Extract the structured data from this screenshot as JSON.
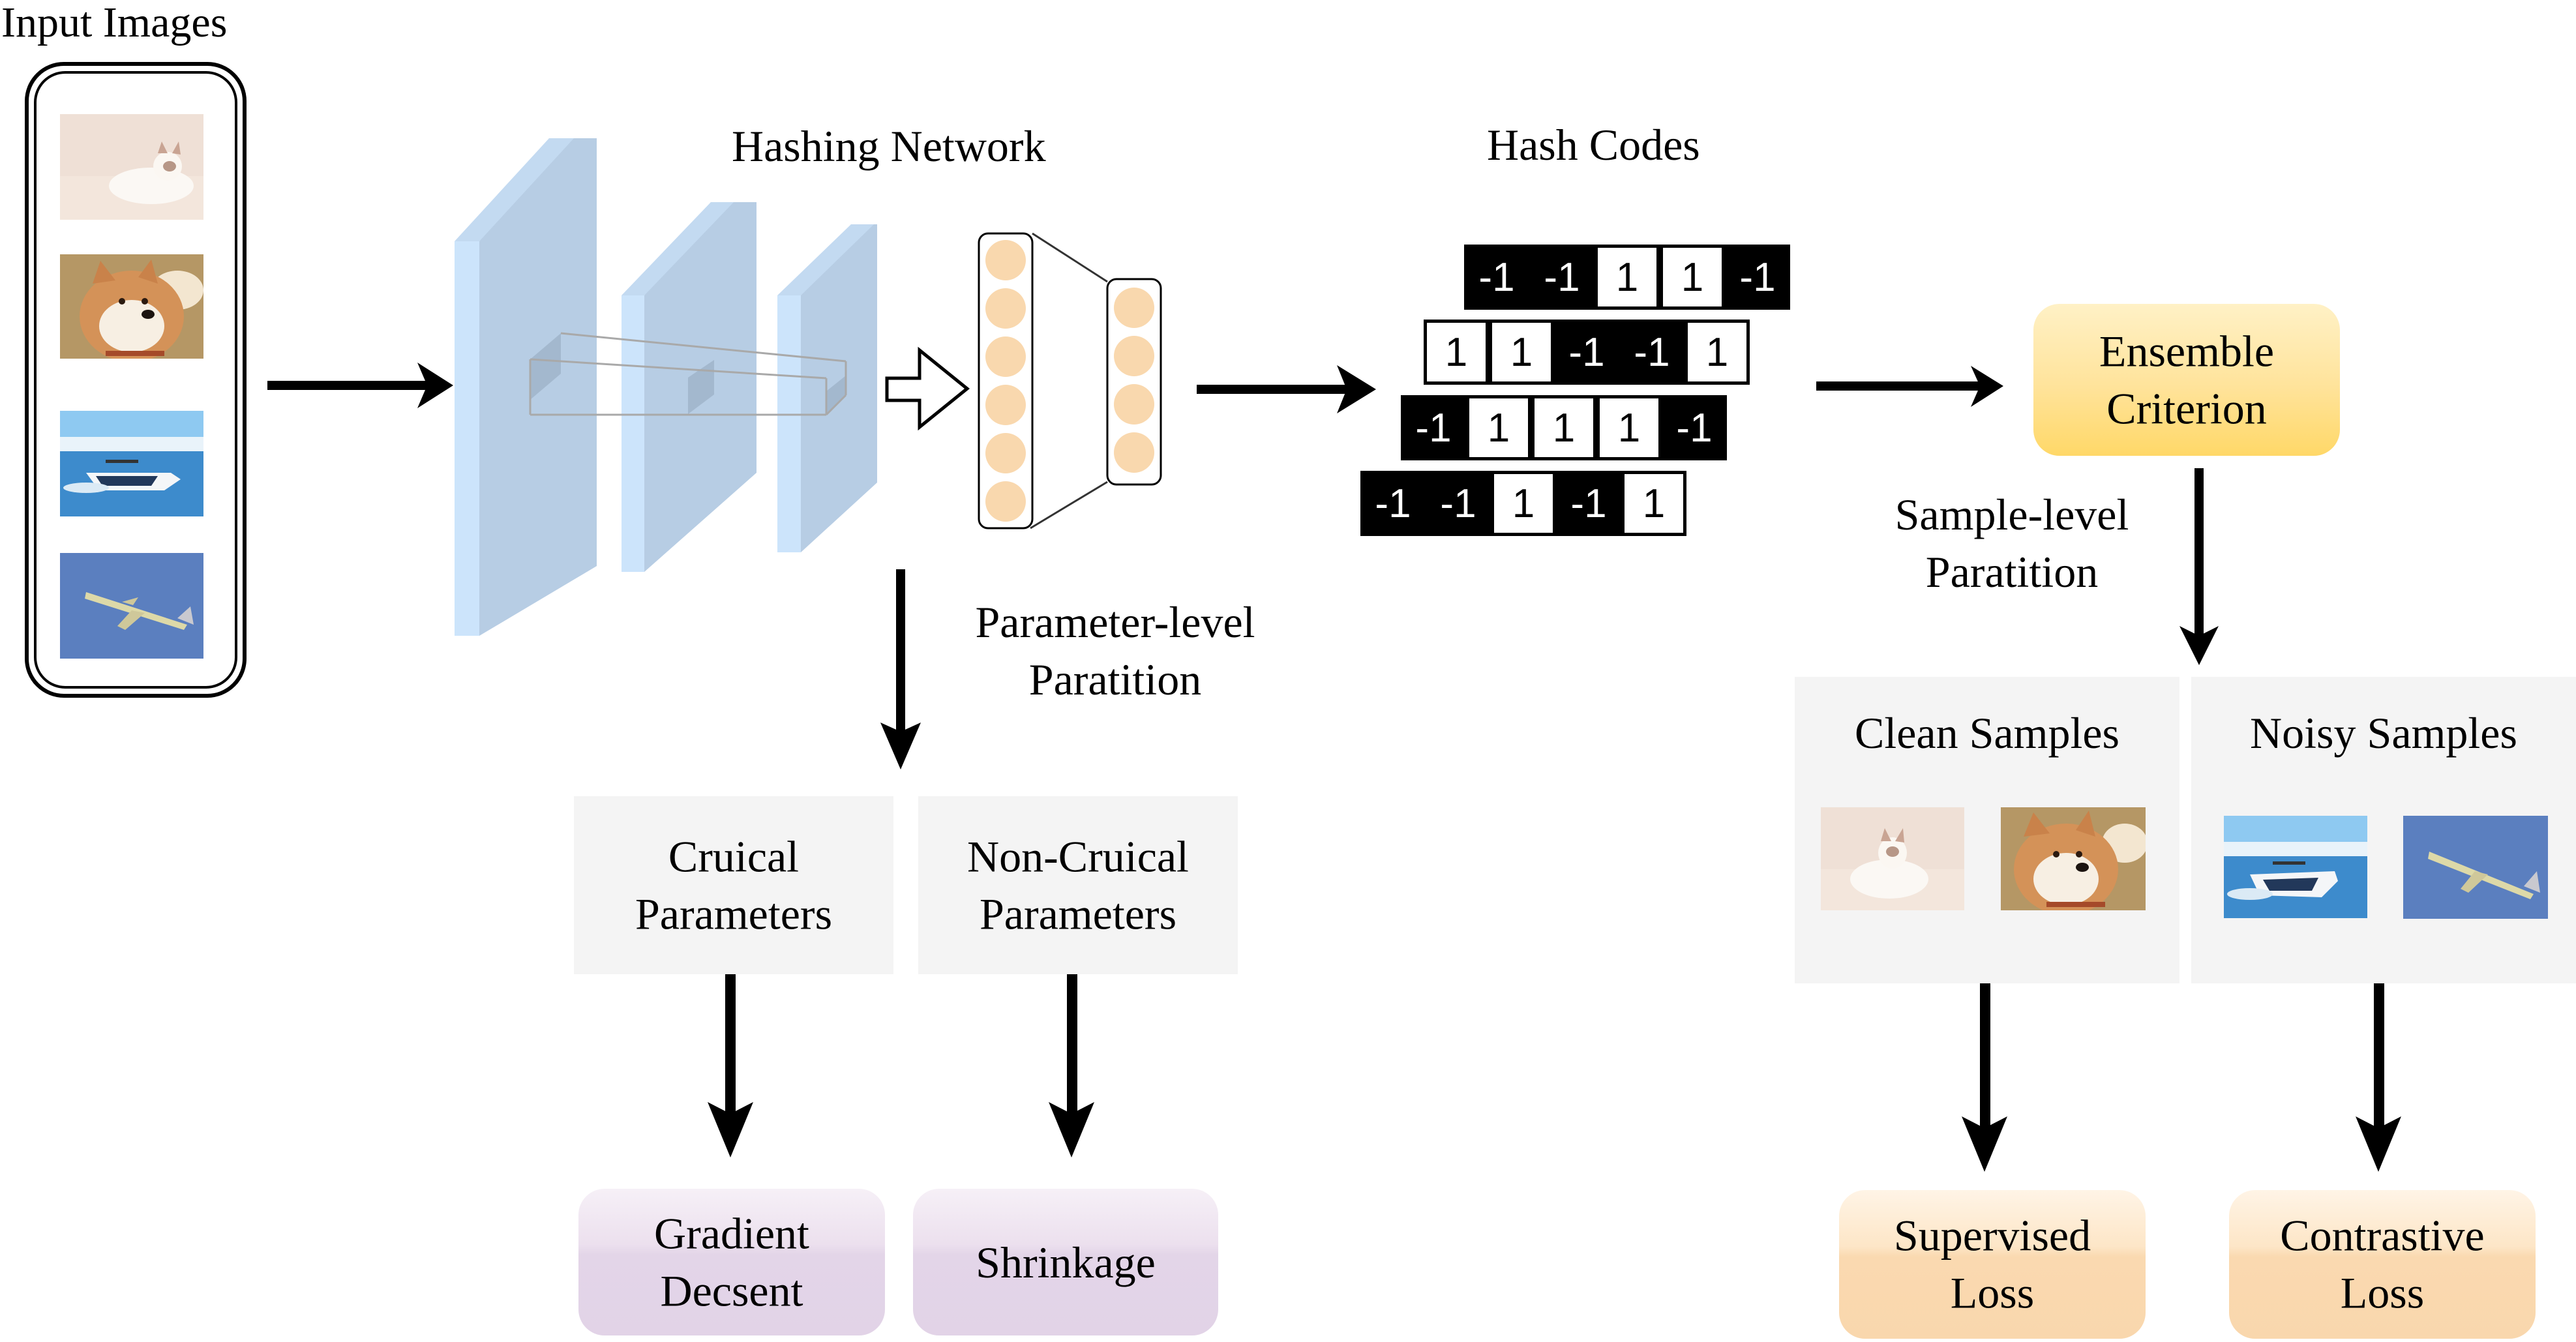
{
  "figure": {
    "input_images": {
      "title": "Input Images",
      "items": [
        {
          "subject": "cat",
          "icon": "cat-photo"
        },
        {
          "subject": "dog",
          "icon": "dog-photo"
        },
        {
          "subject": "boat",
          "icon": "boat-photo"
        },
        {
          "subject": "airplane",
          "icon": "airplane-photo"
        }
      ]
    },
    "hashing_network": {
      "title": "Hashing Network",
      "conv_layers": 3,
      "fc_layer_nodes": [
        6,
        4
      ]
    },
    "hash_codes": {
      "title": "Hash Codes",
      "rows": [
        [
          "-1",
          "-1",
          "1",
          "1",
          "-1"
        ],
        [
          "1",
          "1",
          "-1",
          "-1",
          "1"
        ],
        [
          "-1",
          "1",
          "1",
          "1",
          "-1"
        ],
        [
          "-1",
          "-1",
          "1",
          "-1",
          "1"
        ]
      ]
    },
    "ensemble": {
      "line1": "Ensemble",
      "line2": "Criterion"
    },
    "parameter_partition": {
      "label_line1": "Parameter-level",
      "label_line2": "Paratition",
      "crucial": {
        "line1": "Cruical",
        "line2": "Parameters"
      },
      "non_crucial": {
        "line1": "Non-Cruical",
        "line2": "Parameters"
      },
      "gradient": {
        "line1": "Gradient",
        "line2": "Decsent"
      },
      "shrinkage": {
        "line1": "Shrinkage"
      }
    },
    "sample_partition": {
      "label_line1": "Sample-level",
      "label_line2": "Paratition",
      "clean": {
        "title": "Clean Samples",
        "items": [
          "cat",
          "dog"
        ]
      },
      "noisy": {
        "title": "Noisy Samples",
        "items": [
          "boat",
          "airplane"
        ]
      },
      "supervised": {
        "line1": "Supervised",
        "line2": "Loss"
      },
      "contrastive": {
        "line1": "Contrastive",
        "line2": "Loss"
      }
    },
    "colors": {
      "layer_front": "#cce4fb",
      "layer_side": "#b7cde4",
      "neuron": "#f9d8ae",
      "ensemble": "#ffdf80",
      "purple_box": "#e2d3e7",
      "orange_box": "#f9d7ad",
      "panel_grey": "#f4f4f4"
    }
  }
}
